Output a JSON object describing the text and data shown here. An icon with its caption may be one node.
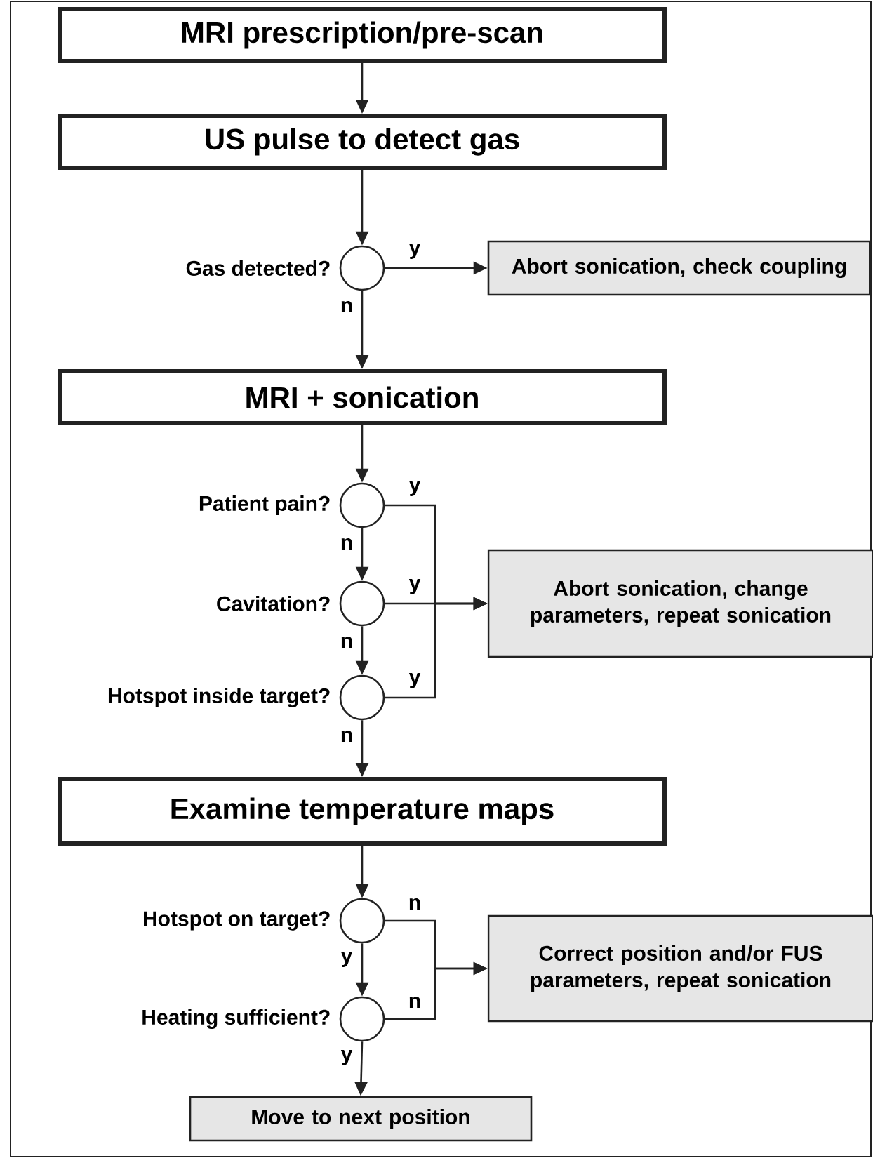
{
  "diagram": {
    "nodes": [
      {
        "text": [
          "MRI prescription/pre-scan"
        ]
      },
      {
        "text": [
          "US pulse to detect gas"
        ]
      },
      {
        "text": [],
        "shape": "circle",
        "beside": [
          "Gas detected?"
        ]
      },
      {
        "text": [
          "Abort sonication, check coupling"
        ]
      },
      {
        "text": [
          "MRI + sonication"
        ]
      },
      {
        "text": [],
        "shape": "circle",
        "beside": [
          "Patient pain?"
        ]
      },
      {
        "text": [],
        "shape": "circle",
        "beside": [
          "Cavitation?"
        ]
      },
      {
        "text": [],
        "shape": "circle",
        "beside": [
          "Hotspot inside target?"
        ]
      },
      {
        "text": [
          "Abort sonication, change parameters, repeat sonication"
        ]
      },
      {
        "text": [
          "Examine temperature maps"
        ]
      },
      {
        "text": [],
        "shape": "circle",
        "beside": [
          "Hotspot on target?"
        ]
      },
      {
        "text": [],
        "shape": "circle",
        "beside": [
          "Heating sufficient?"
        ]
      },
      {
        "text": [
          "Correct position and/or FUS parameters, repeat sonication"
        ]
      },
      {
        "text": [
          "Move to next position"
        ]
      }
    ],
    "edges": [
      {
        "from": 0,
        "to": 1,
        "arrow": "to"
      },
      {
        "from": 1,
        "to": 2,
        "arrow": "to"
      },
      {
        "from": 2,
        "to": 3,
        "arrow": "to",
        "label": "y"
      },
      {
        "from": 2,
        "to": 4,
        "arrow": "to",
        "label": "n"
      },
      {
        "from": 4,
        "to": 5,
        "arrow": "to"
      },
      {
        "from": 5,
        "to": 6,
        "arrow": "to",
        "label": "n"
      },
      {
        "from": 6,
        "to": 7,
        "arrow": "to",
        "label": "n"
      },
      {
        "from": 7,
        "to": 9,
        "arrow": "to",
        "label": "n"
      },
      {
        "from": 5,
        "to": 8,
        "arrow": "to",
        "label": "y"
      },
      {
        "from": 6,
        "to": 8,
        "arrow": "to",
        "label": "y"
      },
      {
        "from": 7,
        "to": 8,
        "arrow": "to",
        "label": "y"
      },
      {
        "from": 9,
        "to": 10,
        "arrow": "to"
      },
      {
        "from": 10,
        "to": 11,
        "arrow": "to",
        "label": "y"
      },
      {
        "from": 11,
        "to": 13,
        "arrow": "to",
        "label": "y"
      },
      {
        "from": 10,
        "to": 12,
        "arrow": "to",
        "label": "n"
      },
      {
        "from": 11,
        "to": 12,
        "arrow": "to",
        "label": "n"
      }
    ]
  }
}
